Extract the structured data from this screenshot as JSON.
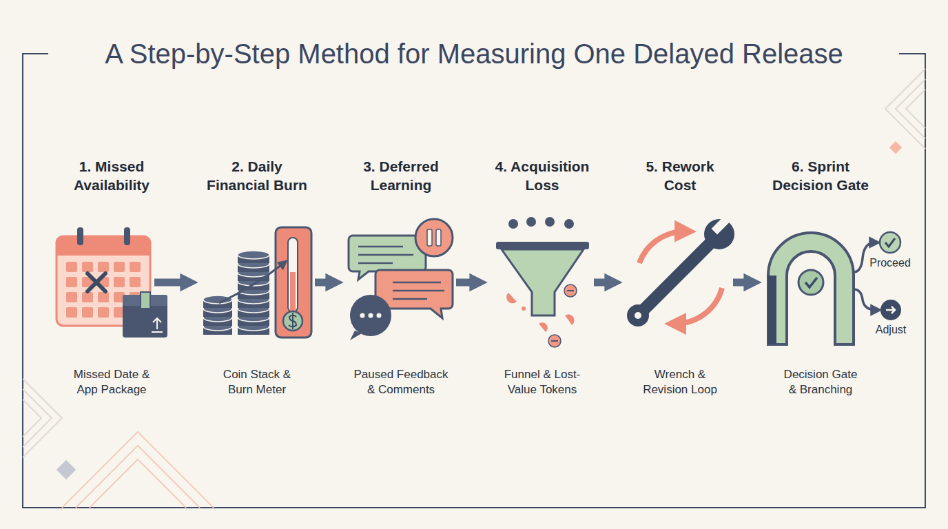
{
  "diagram": {
    "title": "A Step-by-Step Method for Measuring One Delayed Release",
    "nodes": [
      {
        "text": [
          "1. Missed Availability",
          "Missed Date & App Package"
        ]
      },
      {
        "text": [
          "2. Daily Financial Burn",
          "Coin Stack & Burn Meter"
        ]
      },
      {
        "text": [
          "3. Deferred Learning",
          "Paused Feedback & Comments"
        ]
      },
      {
        "text": [
          "4. Acquisition Loss",
          "Funnel & Lost-Value Tokens"
        ]
      },
      {
        "text": [
          "5. Rework Cost",
          "Wrench & Revision Loop"
        ]
      },
      {
        "text": [
          "6. Sprint Decision Gate",
          "Decision Gate & Branching"
        ]
      }
    ],
    "edges": [
      {
        "from": 0,
        "to": 1,
        "arrow": "to"
      },
      {
        "from": 1,
        "to": 2,
        "arrow": "to"
      },
      {
        "from": 2,
        "to": 3,
        "arrow": "to"
      },
      {
        "from": 3,
        "to": 4,
        "arrow": "to"
      },
      {
        "from": 4,
        "to": 5,
        "arrow": "to"
      }
    ],
    "labels": [
      "Proceed",
      "Adjust"
    ]
  }
}
